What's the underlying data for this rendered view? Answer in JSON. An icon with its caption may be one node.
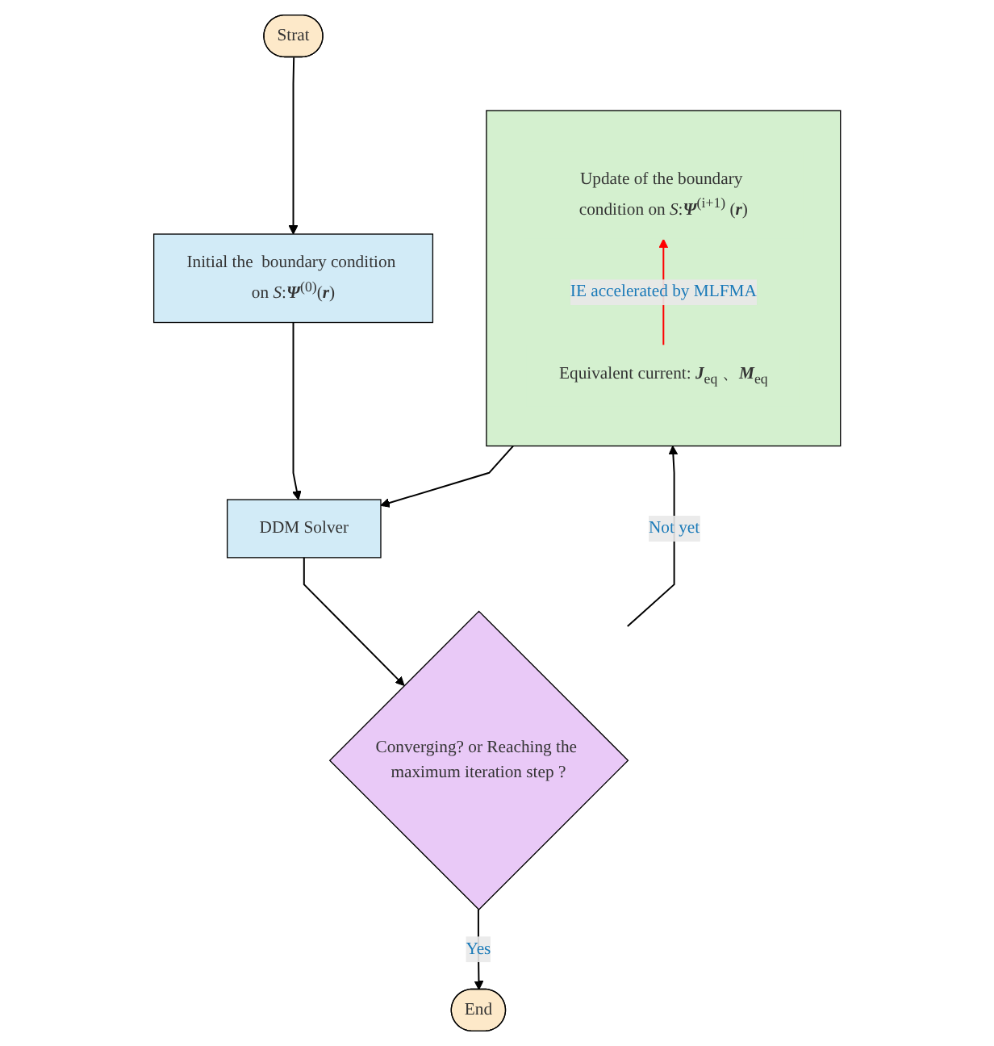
{
  "diagram": {
    "nodes": [
      {
        "text": [
          "Strat"
        ]
      },
      {
        "text": [
          "Initial the  boundary condition on *S*:**Ψ**$^{(0)}$(**r**)"
        ]
      },
      {
        "text": [
          "DDM Solver"
        ]
      },
      {
        "text": [
          "Converging? or Reaching the maximum iteration step ?"
        ]
      },
      {
        "text": [
          "End"
        ]
      },
      {
        "text": [],
        "shape": "box"
      },
      {
        "text": [
          "Update of the boundary condition on *S*:**Ψ**$^{(i+1)}$ (**r**)"
        ],
        "in": 5
      },
      {
        "text": [
          "Equivalent current: **J**$_{eq}$ 、**M**$_{eq}$"
        ],
        "in": 5
      }
    ],
    "edges": [
      {
        "from": 0,
        "to": 1,
        "arrow": "to"
      },
      {
        "from": 1,
        "to": 2,
        "arrow": "to"
      },
      {
        "from": 2,
        "to": 3,
        "arrow": "to"
      },
      {
        "from": 3,
        "to": 4,
        "arrow": "to",
        "label": "Yes"
      },
      {
        "from": 3,
        "to": 5,
        "arrow": "to",
        "label": "Not yet"
      },
      {
        "from": 5,
        "to": 2,
        "arrow": "to"
      },
      {
        "from": 7,
        "to": 6,
        "arrow": "to",
        "label": "IE accelerated by MLFMA",
        "color": "#ff0000"
      }
    ]
  }
}
